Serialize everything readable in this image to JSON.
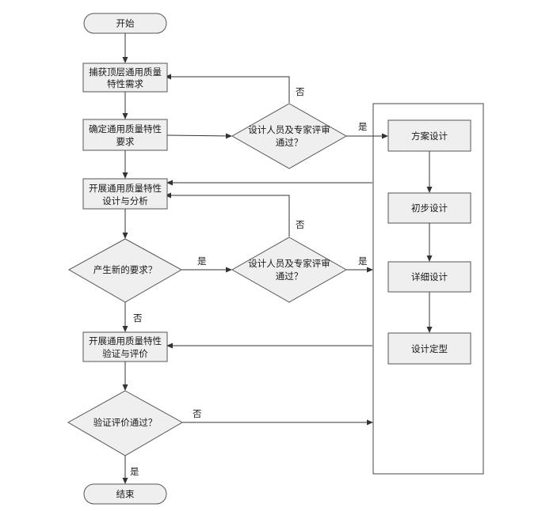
{
  "nodes": {
    "start": "开始",
    "capture": [
      "捕获顶层通用质量",
      "特性需求"
    ],
    "determine": [
      "确定通用质量特性",
      "要求"
    ],
    "review1": [
      "设计人员及专家评审",
      "通过？"
    ],
    "analysis": [
      "开展通用质量特性",
      "设计与分析"
    ],
    "new_req": "产生新的要求？",
    "review2": [
      "设计人员及专家评审",
      "通过？"
    ],
    "verify": [
      "开展通用质量特性",
      "验证与评价"
    ],
    "verify_pass": "验证评价通过？",
    "end": "结束",
    "scheme": "方案设计",
    "prelim": "初步设计",
    "detail": "详细设计",
    "final": "设计定型"
  },
  "edge_labels": {
    "review1_no": "否",
    "review1_yes": "是",
    "new_req_yes": "是",
    "new_req_no": "否",
    "review2_no": "否",
    "review2_yes": "是",
    "verify_no": "否",
    "verify_yes": "是"
  }
}
